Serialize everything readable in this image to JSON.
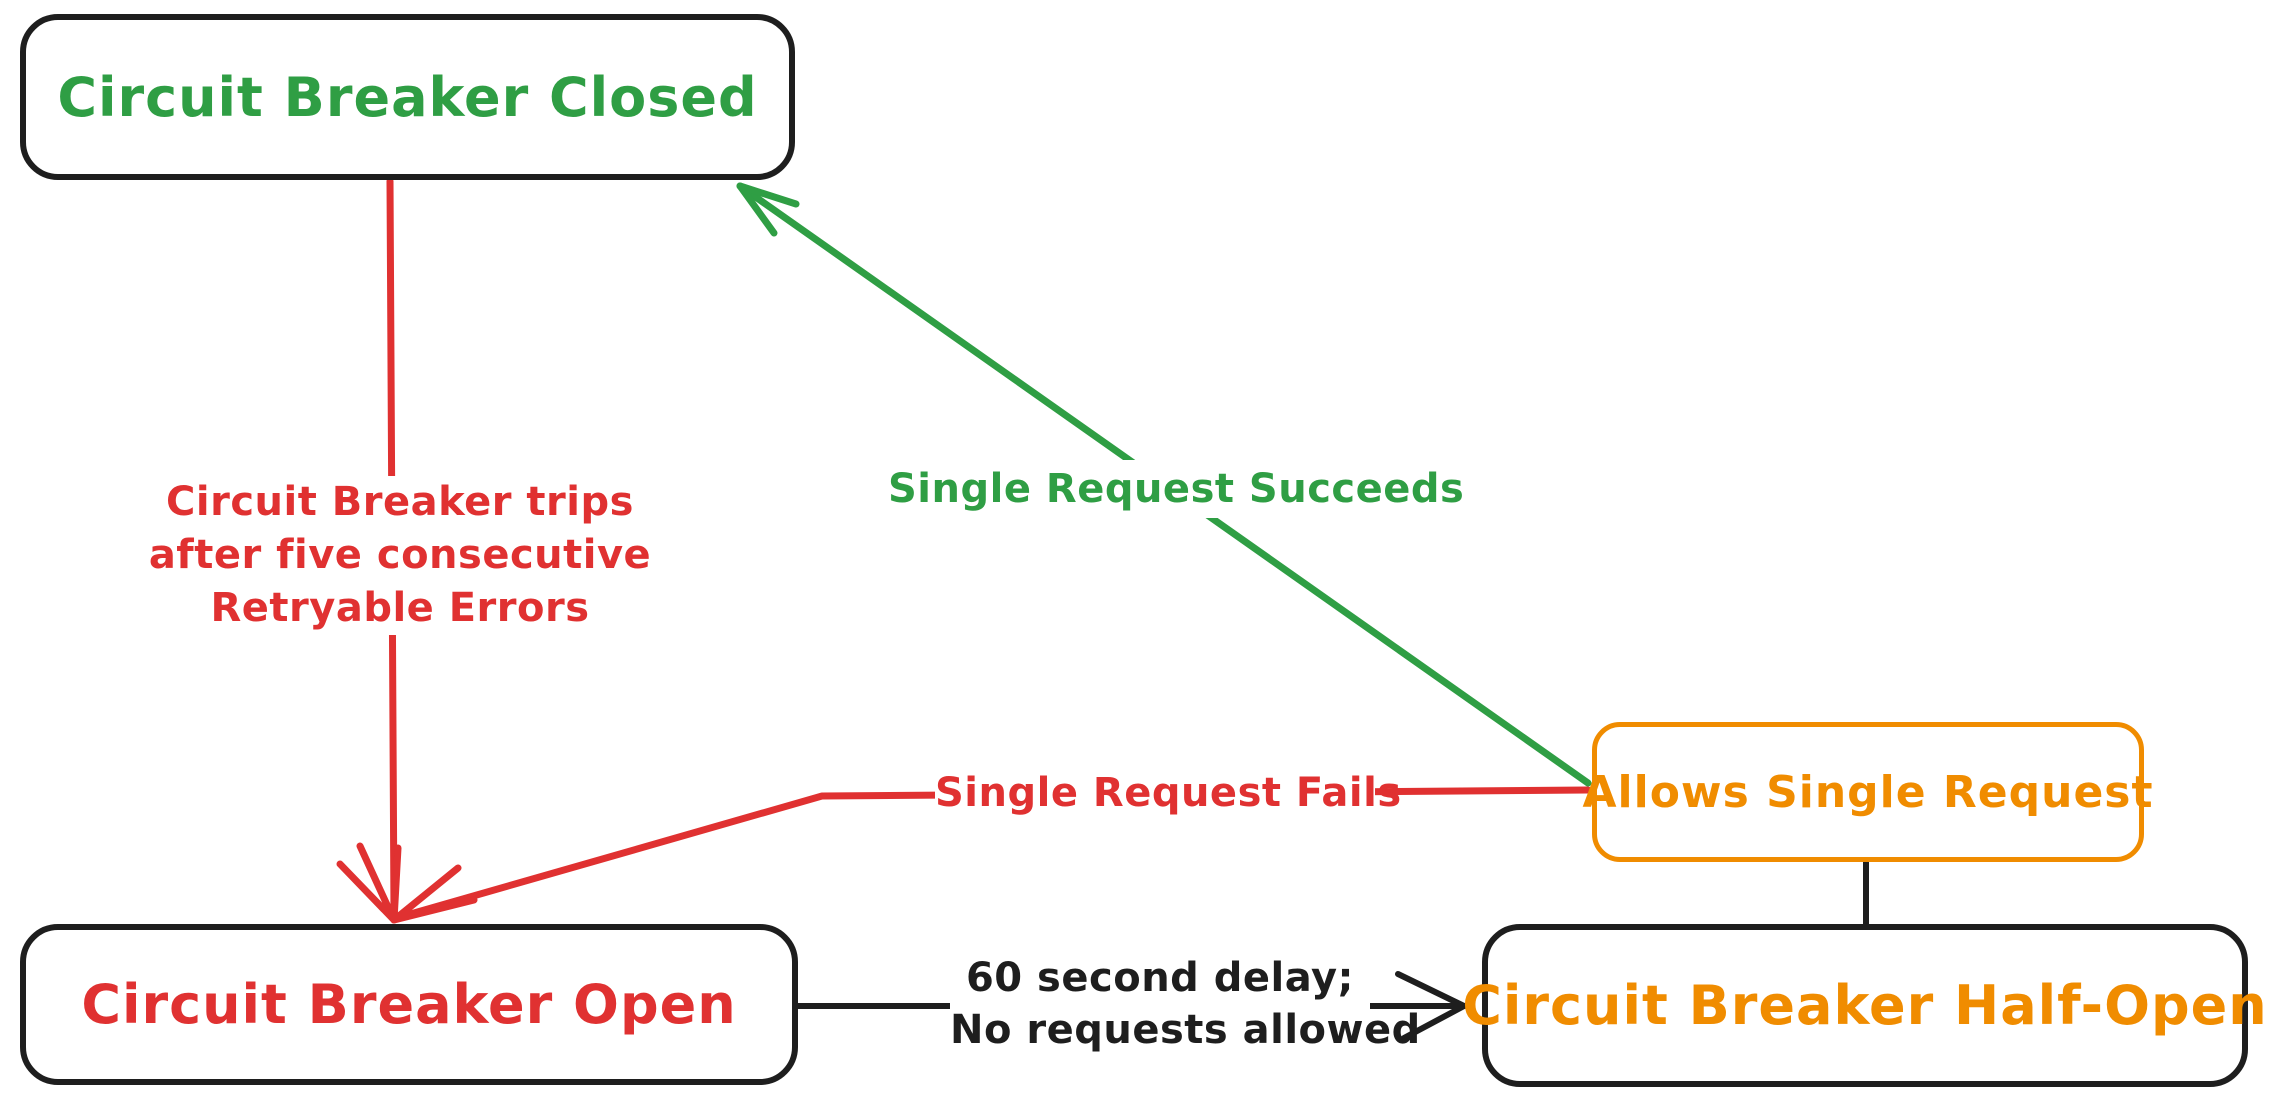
{
  "diagram": {
    "background": "#ffffff",
    "palette": {
      "green": "#2f9e44",
      "red": "#e03131",
      "orange": "#f08c00",
      "black": "#1e1e1e"
    },
    "nodes": [
      {
        "id": "closed",
        "label": "Circuit Breaker Closed",
        "color": "#2f9e44"
      },
      {
        "id": "open",
        "label": "Circuit Breaker Open",
        "color": "#e03131"
      },
      {
        "id": "half_open",
        "label": "Circuit Breaker Half-Open",
        "color": "#f08c00"
      },
      {
        "id": "allows",
        "label": "Allows Single Request",
        "color": "#f08c00"
      }
    ],
    "edges": {
      "trip": {
        "from": "closed",
        "to": "open",
        "color": "#e03131",
        "lines": [
          "Circuit Breaker trips",
          "after five consecutive",
          "Retryable Errors"
        ]
      },
      "success": {
        "from": "allows",
        "to": "closed",
        "color": "#2f9e44",
        "label": "Single Request Succeeds"
      },
      "fails": {
        "from": "allows",
        "to": "open",
        "color": "#e03131",
        "label": "Single Request Fails"
      },
      "delay": {
        "from": "open",
        "to": "half_open",
        "color": "#1e1e1e",
        "lines": [
          "60 second delay;",
          "No requests allowed"
        ]
      },
      "half_open_link": {
        "from": "allows",
        "to": "half_open",
        "color": "#1e1e1e"
      }
    }
  }
}
